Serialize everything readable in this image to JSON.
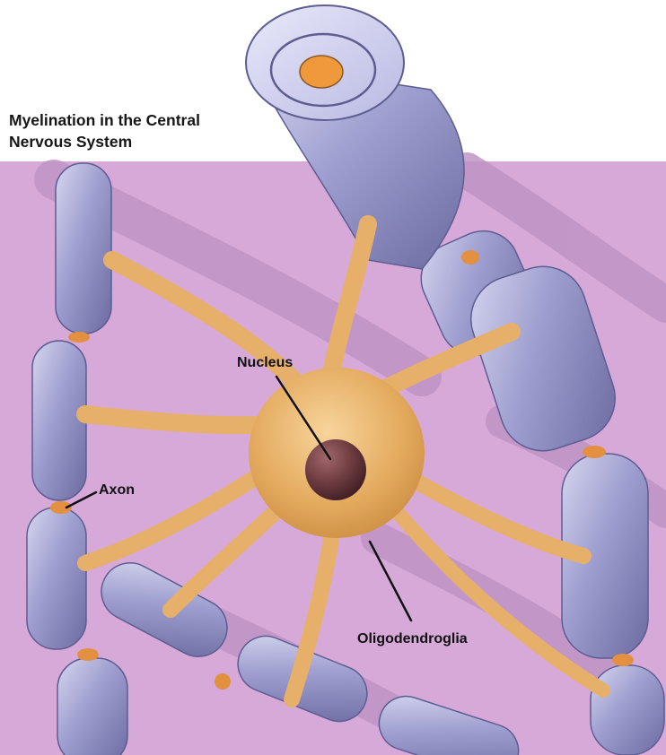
{
  "title": {
    "line1": "Myelination in the Central",
    "line2": "Nervous System"
  },
  "labels": {
    "nucleus": "Nucleus",
    "axon": "Axon",
    "oligodendroglia": "Oligodendroglia"
  },
  "colors": {
    "background_tissue": "#d7a9d9",
    "background_shadow": "#b98fbf",
    "myelin_sheath": "#9c9ccc",
    "myelin_highlight": "#dcdcf2",
    "myelin_shadow": "#6a6a9c",
    "oligodendrocyte_body": "#e0a75a",
    "oligodendrocyte_light": "#f6cf94",
    "nucleus": "#6e3c40",
    "axon_core": "#f0983c",
    "node_of_ranvier": "#e39040"
  }
}
